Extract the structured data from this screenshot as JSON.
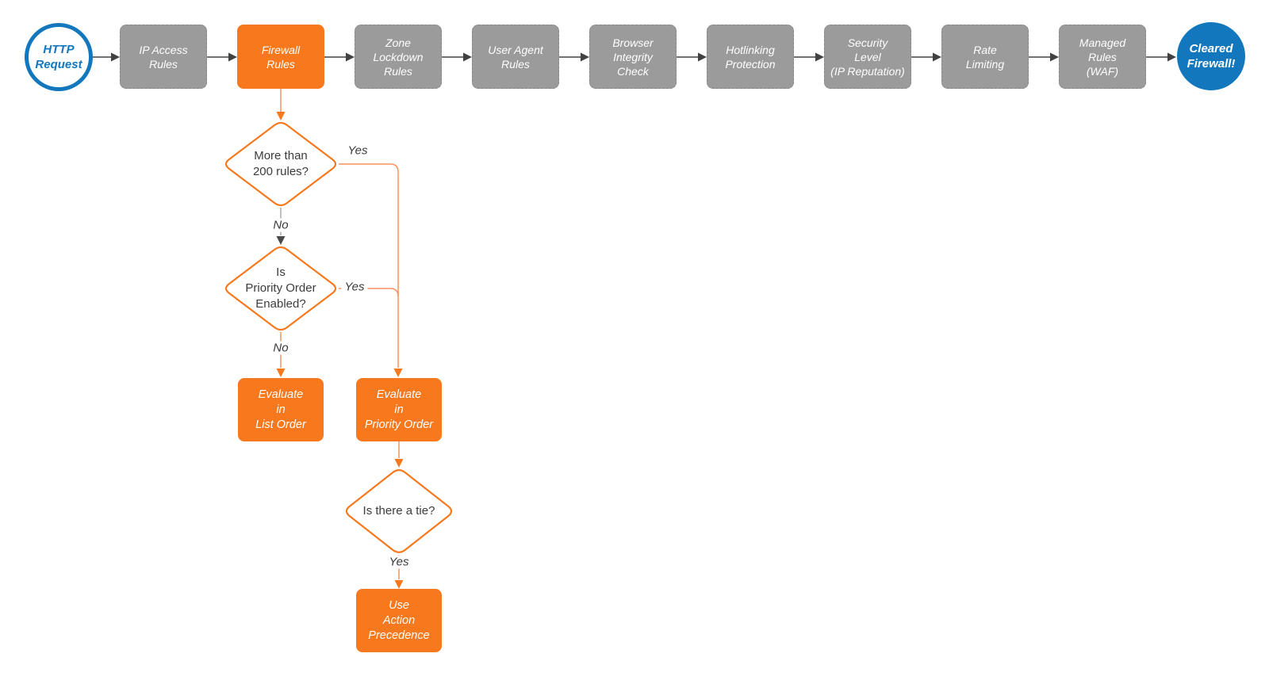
{
  "colors": {
    "orange": "#F8791D",
    "orange_line": "#F9935C",
    "gray_node_fill": "#9B9B9B",
    "gray_node_border": "#868686",
    "blue": "#1277BD",
    "connector_dark": "#5E5E5E",
    "arrowhead_dark": "#424242",
    "text_dark": "#3C3C3C",
    "background": "#FFFFFF"
  },
  "pipeline": {
    "start": {
      "label": "HTTP\nRequest"
    },
    "stages": [
      {
        "label": "IP Access\nRules"
      },
      {
        "label": "Firewall\nRules",
        "highlighted": true
      },
      {
        "label": "Zone\nLockdown\nRules"
      },
      {
        "label": "User Agent\nRules"
      },
      {
        "label": "Browser\nIntegrity\nCheck"
      },
      {
        "label": "Hotlinking\nProtection"
      },
      {
        "label": "Security\nLevel\n(IP Reputation)"
      },
      {
        "label": "Rate\nLimiting"
      },
      {
        "label": "Managed\nRules\n(WAF)"
      }
    ],
    "end": {
      "label": "Cleared\nFirewall!"
    }
  },
  "decisions": [
    {
      "label": "More than\n200 rules?"
    },
    {
      "label": "Is\nPriority Order\nEnabled?"
    },
    {
      "label": "Is there a tie?"
    }
  ],
  "actions": [
    {
      "label": "Evaluate\nin\nList Order"
    },
    {
      "label": "Evaluate\nin\nPriority Order"
    },
    {
      "label": "Use\nAction\nPrecedence"
    }
  ],
  "edge_labels": {
    "d1_yes": "Yes",
    "d1_no": "No",
    "d2_yes": "Yes",
    "d2_no": "No",
    "d3_yes": "Yes"
  }
}
